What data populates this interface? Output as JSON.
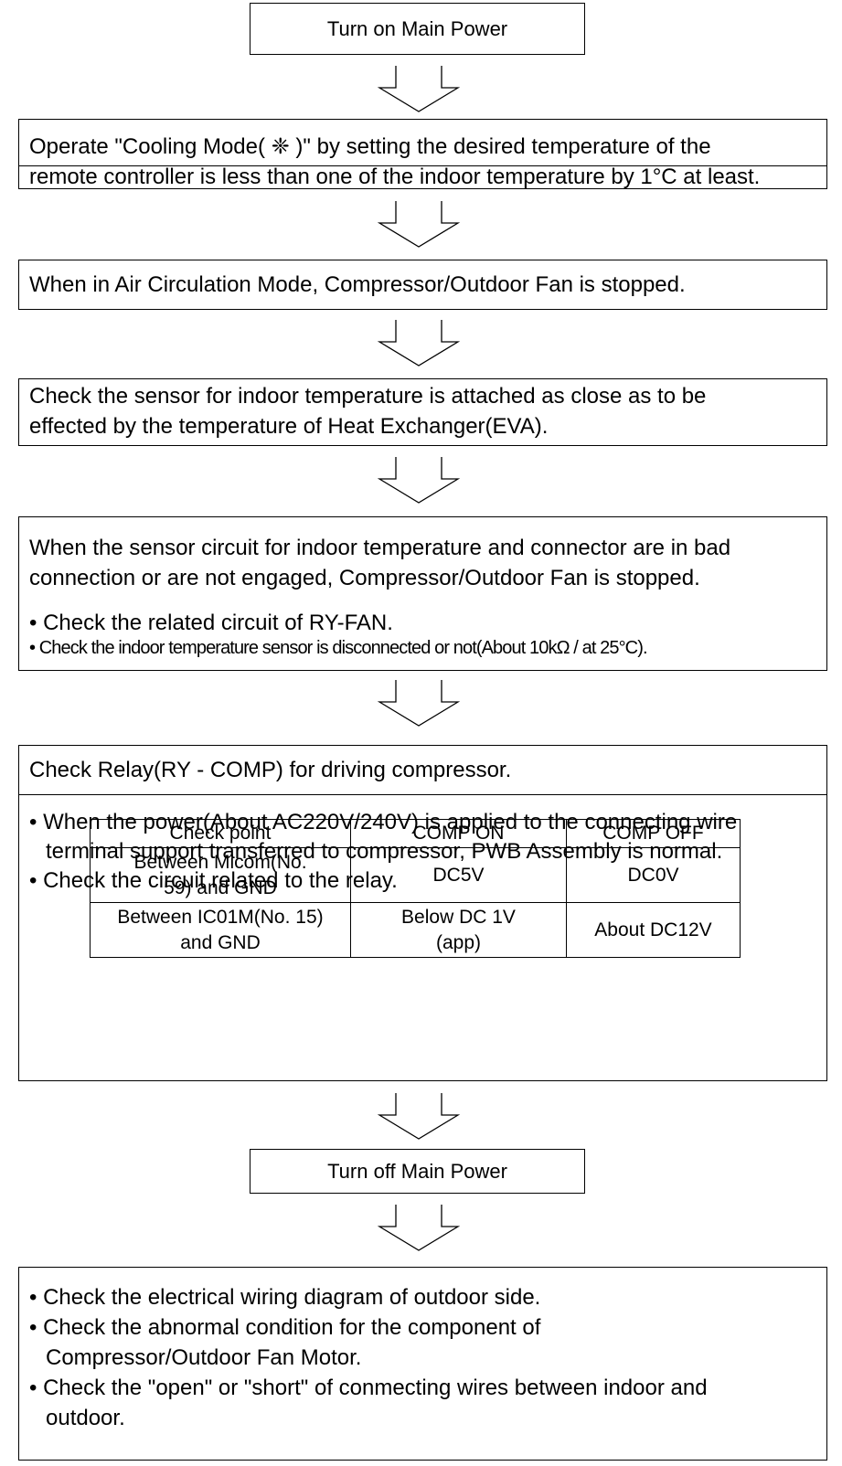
{
  "steps": {
    "turn_on": "Turn on Main Power",
    "cooling_l1": "Operate \"Cooling Mode( ❈ )\" by setting the desired temperature of the",
    "cooling_l2": "remote controller is less than one of the indoor temperature by 1°C at least.",
    "air_circ": "When in Air Circulation Mode, Compressor/Outdoor Fan is stopped.",
    "sensor_l1": "Check the sensor for indoor temperature is attached as close as to be",
    "sensor_l2": "effected by the temperature of Heat Exchanger(EVA).",
    "circuit_l1": "When the sensor circuit for indoor temperature and connector are in bad",
    "circuit_l2": "connection or are not engaged, Compressor/Outdoor Fan is stopped.",
    "circuit_b1": "• Check the related circuit of RY-FAN.",
    "circuit_b2": "• Check the indoor temperature sensor is disconnected or not(About 10kΩ / at 25°C).",
    "relay_title": "Check Relay(RY - COMP) for driving compressor.",
    "relay_b1_l1": "• When the power(About AC220V/240V) is applied to the connecting wire",
    "relay_b1_l2": "terminal support transferred to compressor, PWB Assembly is normal.",
    "relay_b2": "• Check the circuit related to the relay.",
    "turn_off": "Turn off Main Power",
    "final_b1": "• Check the electrical wiring diagram of outdoor side.",
    "final_b2_l1": "• Check the abnormal condition for the component of",
    "final_b2_l2": "Compressor/Outdoor Fan Motor.",
    "final_b3_l1": "• Check the \"open\" or \"short\" of conmecting wires between indoor and",
    "final_b3_l2": "outdoor."
  },
  "table": {
    "headers": [
      "Check point",
      "COMP ON",
      "COMP OFF"
    ],
    "rows": [
      {
        "point_l1": "Between Micom(No.",
        "point_l2": "59) and GND",
        "on_l1": "DC5V",
        "on_l2": "",
        "off": "DC0V"
      },
      {
        "point_l1": "Between IC01M(No. 15)",
        "point_l2": "and GND",
        "on_l1": "Below DC 1V",
        "on_l2": "(app)",
        "off": "About DC12V"
      }
    ]
  }
}
